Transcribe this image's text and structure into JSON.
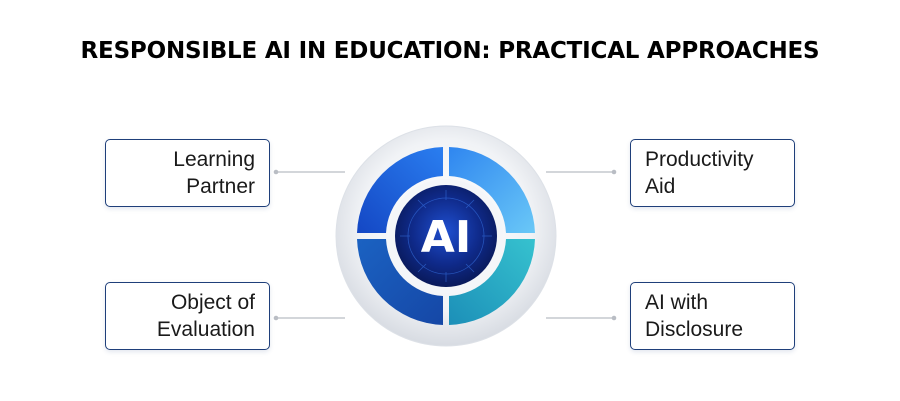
{
  "title": "RESPONSIBLE AI IN EDUCATION: PRACTICAL APPROACHES",
  "center": {
    "label": "AI"
  },
  "cards": {
    "top_left": {
      "line1": "Learning",
      "line2": "Partner"
    },
    "top_right": {
      "line1": "Productivity",
      "line2": "Aid"
    },
    "bottom_left": {
      "line1": "Object of",
      "line2": "Evaluation"
    },
    "bottom_right": {
      "line1": "AI with",
      "line2": "Disclosure"
    }
  },
  "colors": {
    "card_border": "#1f3f7a",
    "connector": "#b9bdc4",
    "ring_outer": "#e8ebf0",
    "segment_top_left": "#1d5fd8",
    "segment_top_right": "#3aa0f0",
    "segment_bottom_left": "#1f63c4",
    "segment_bottom_right": "#2bb0c8",
    "core": "#0b1f66"
  }
}
